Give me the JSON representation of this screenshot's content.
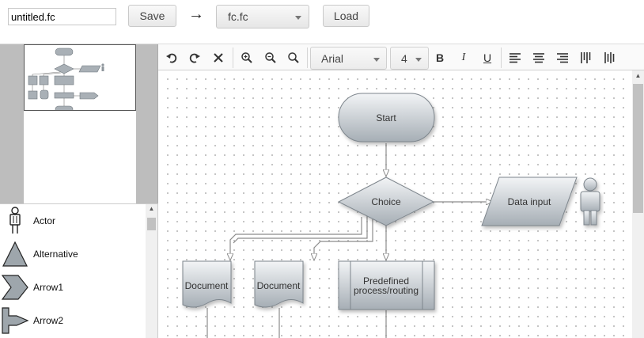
{
  "topbar": {
    "filename_value": "untitled.fc",
    "save_label": "Save",
    "arrow": "→",
    "file_select_value": "fc.fc",
    "load_label": "Load"
  },
  "toolbar": {
    "font_family": "Arial",
    "font_size": "4",
    "bold": "B",
    "italic": "I",
    "underline": "U"
  },
  "shapes": [
    {
      "label": "Actor",
      "icon": "actor-icon"
    },
    {
      "label": "Alternative",
      "icon": "triangle-icon"
    },
    {
      "label": "Arrow1",
      "icon": "chevron-arrow-icon"
    },
    {
      "label": "Arrow2",
      "icon": "notched-arrow-icon"
    }
  ],
  "diagram": {
    "start": "Start",
    "choice": "Choice",
    "data_input": "Data input",
    "document_1": "Document",
    "document_2": "Document",
    "predefined_line1": "Predefined",
    "predefined_line2": "process/routing"
  },
  "colors": {
    "shape_fill_top": "#f2f4f6",
    "shape_fill_bottom": "#a6aeb5",
    "shape_stroke": "#7d858c",
    "connector": "#8c8c8c"
  }
}
